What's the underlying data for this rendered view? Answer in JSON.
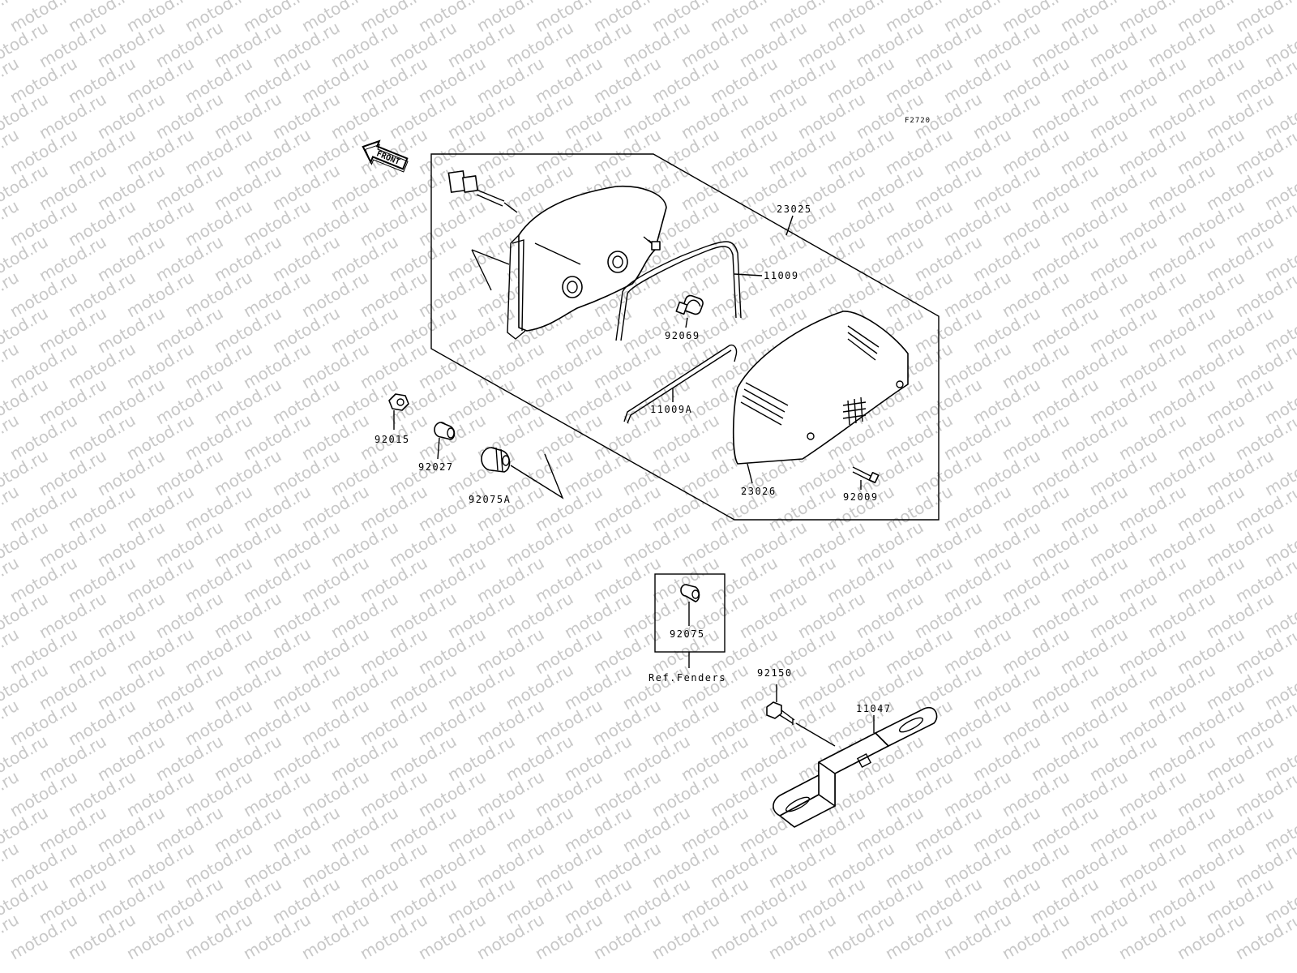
{
  "watermark": "motod.ru",
  "figure_code": "F2720",
  "direction_label": "FRONT",
  "ref_label": "Ref.Fenders",
  "parts": {
    "p23025": "23025",
    "p11009": "11009",
    "p92069": "92069",
    "p11009A": "11009A",
    "p23026": "23026",
    "p92009": "92009",
    "p92015": "92015",
    "p92027": "92027",
    "p92075A": "92075A",
    "p92075": "92075",
    "p92150": "92150",
    "p11047": "11047"
  }
}
